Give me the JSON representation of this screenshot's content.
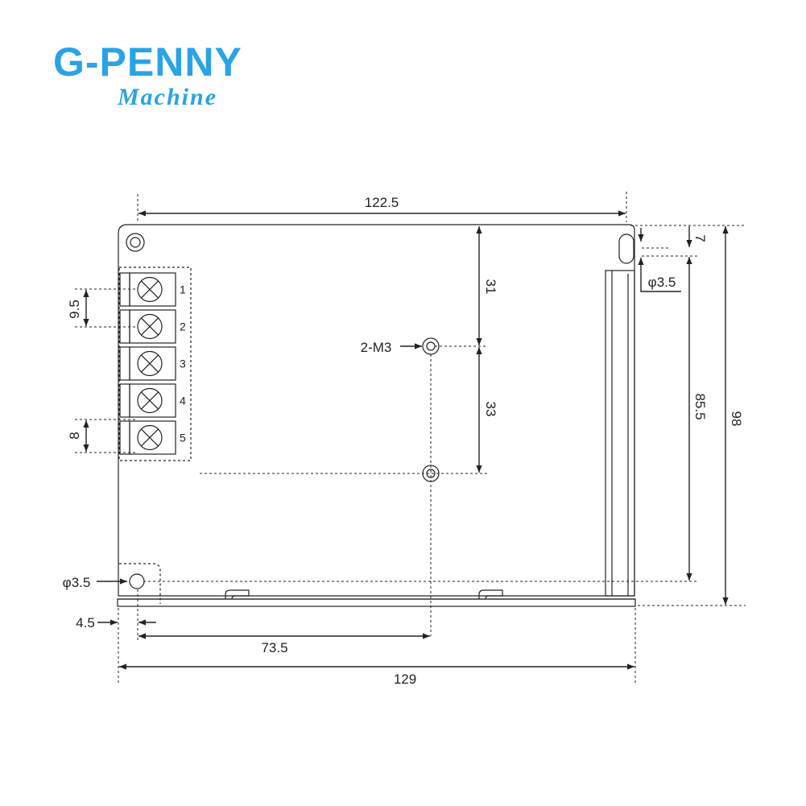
{
  "logo": {
    "brand": "G-PENNY",
    "tagline": "Machine",
    "brand_color": "#2aa3e6"
  },
  "drawing": {
    "line_color": "#222222",
    "dimensions": {
      "top_width": "122.5",
      "top_hole_offset": "7",
      "top_hole_diameter": "φ3.5",
      "mount_first": "31",
      "mount_spacing": "33",
      "mount_label": "2-M3",
      "right_inner_height": "85.5",
      "overall_height": "98",
      "terminal_pitch": "9.5",
      "terminal_width": "8",
      "bottom_hole_diameter": "φ3.5",
      "bottom_hole_offset": "4.5",
      "mount_x": "73.5",
      "overall_width": "129"
    },
    "terminals": [
      "1",
      "2",
      "3",
      "4",
      "5"
    ]
  }
}
